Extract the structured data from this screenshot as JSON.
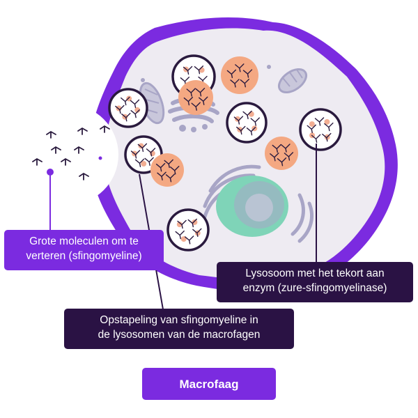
{
  "colors": {
    "membrane": "#7B2BE0",
    "cytoplasm": "#EEEBF2",
    "label_purple": "#7B2BE0",
    "label_dark": "#2A1244",
    "lysosome_ring": "#2A1A3E",
    "lysosome_orange": "#F4A882",
    "nucleus_green": "#7FD4B8",
    "organelle_gray": "#A8A5C6",
    "substrate_dots": "#F0A080"
  },
  "labels": {
    "large_molecules": [
      "Grote moleculen om te",
      "verteren (sfingomyeline)"
    ],
    "lysosome_deficit": [
      "Lysosoom met het tekort aan",
      "enzym (zure-sfingomyelinase)"
    ],
    "accumulation": [
      "Opstapeling van sfingomyeline in",
      "de lysosomen van de macrofagen"
    ],
    "macrophage": "Macrofaag"
  },
  "icons": [
    "macrophage-cell-icon",
    "lysosome-icon",
    "mitochondrion-icon",
    "golgi-icon",
    "nucleus-icon",
    "sphingomyelin-molecule-icon"
  ]
}
